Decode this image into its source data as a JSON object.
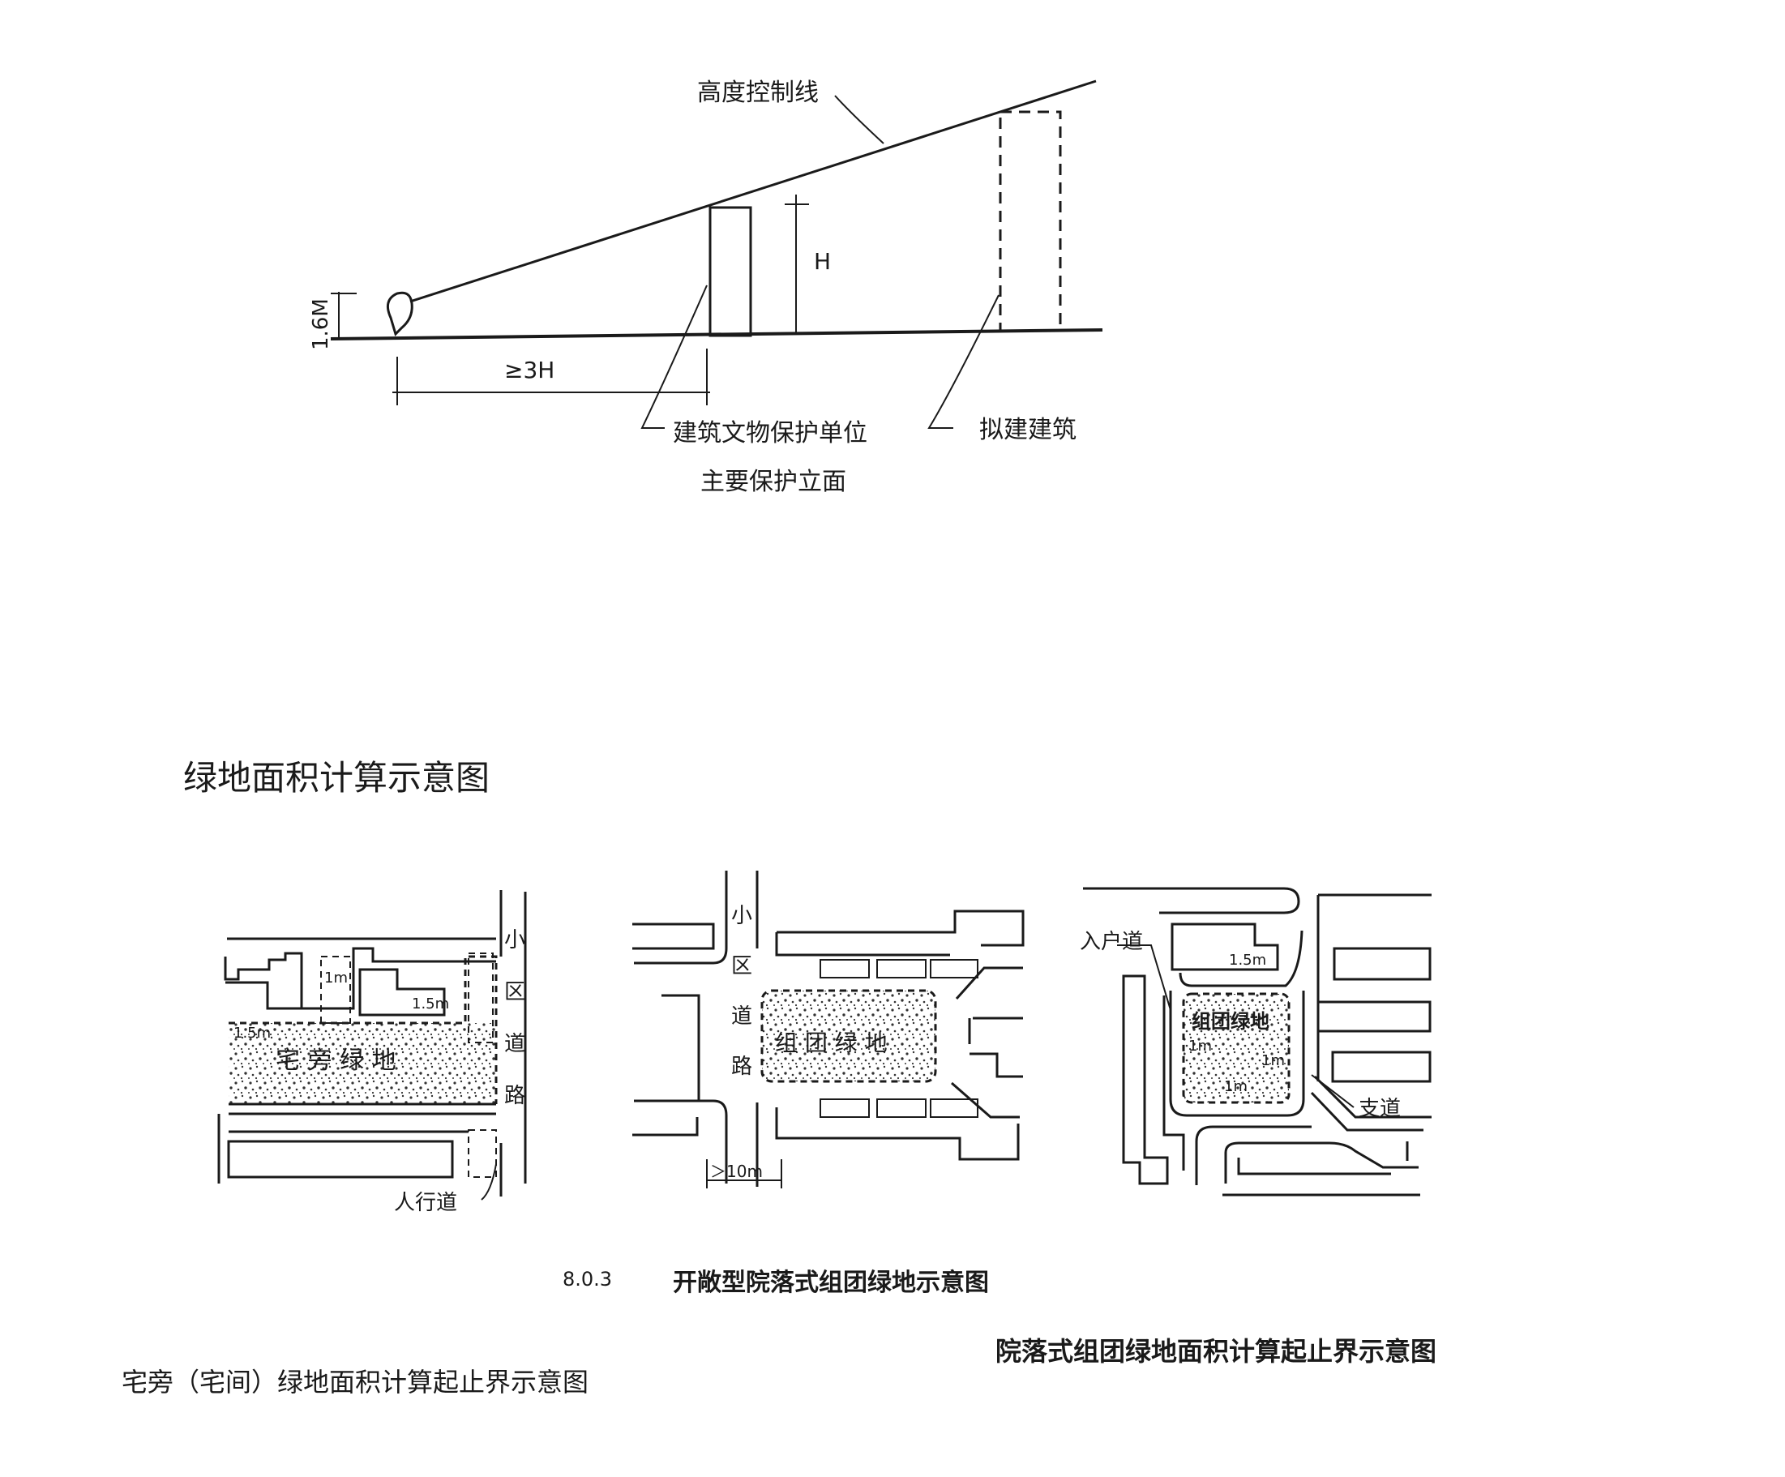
{
  "top_diagram": {
    "height_control_line": "高度控制线",
    "height_label": "H",
    "eye_height": "1.6M",
    "distance": "≥3H",
    "protected_building": "建筑文物保护单位",
    "protected_facade": "主要保护立面",
    "proposed_building": "拟建建筑"
  },
  "section_title": "绿地面积计算示意图",
  "plan1": {
    "road": [
      "小",
      "区",
      "道",
      "路"
    ],
    "one_m": "1m",
    "one_five_m_a": "1.5m",
    "one_five_m_b": "1.5m",
    "greenland": "宅 旁 绿 地",
    "sidewalk": "人行道",
    "caption": "宅旁（宅间）绿地面积计算起止界示意图"
  },
  "plan2": {
    "road": [
      "小",
      "区",
      "道",
      "路"
    ],
    "greenland": "组 团 绿 地",
    "dim": "＞10m",
    "caption_num": "8.0.3",
    "caption": "开敞型院落式组团绿地示意图"
  },
  "plan3": {
    "entry_path": "入户道",
    "one_five_m": "1.5m",
    "greenland": "组团绿地",
    "one_m_a": "1m",
    "one_m_b": "1m",
    "one_m_c": "1m",
    "branch_road": "支道",
    "caption": "院落式组团绿地面积计算起止界示意图"
  },
  "icons": {
    "person": "person-icon",
    "stipple": "green-area-stipple"
  }
}
